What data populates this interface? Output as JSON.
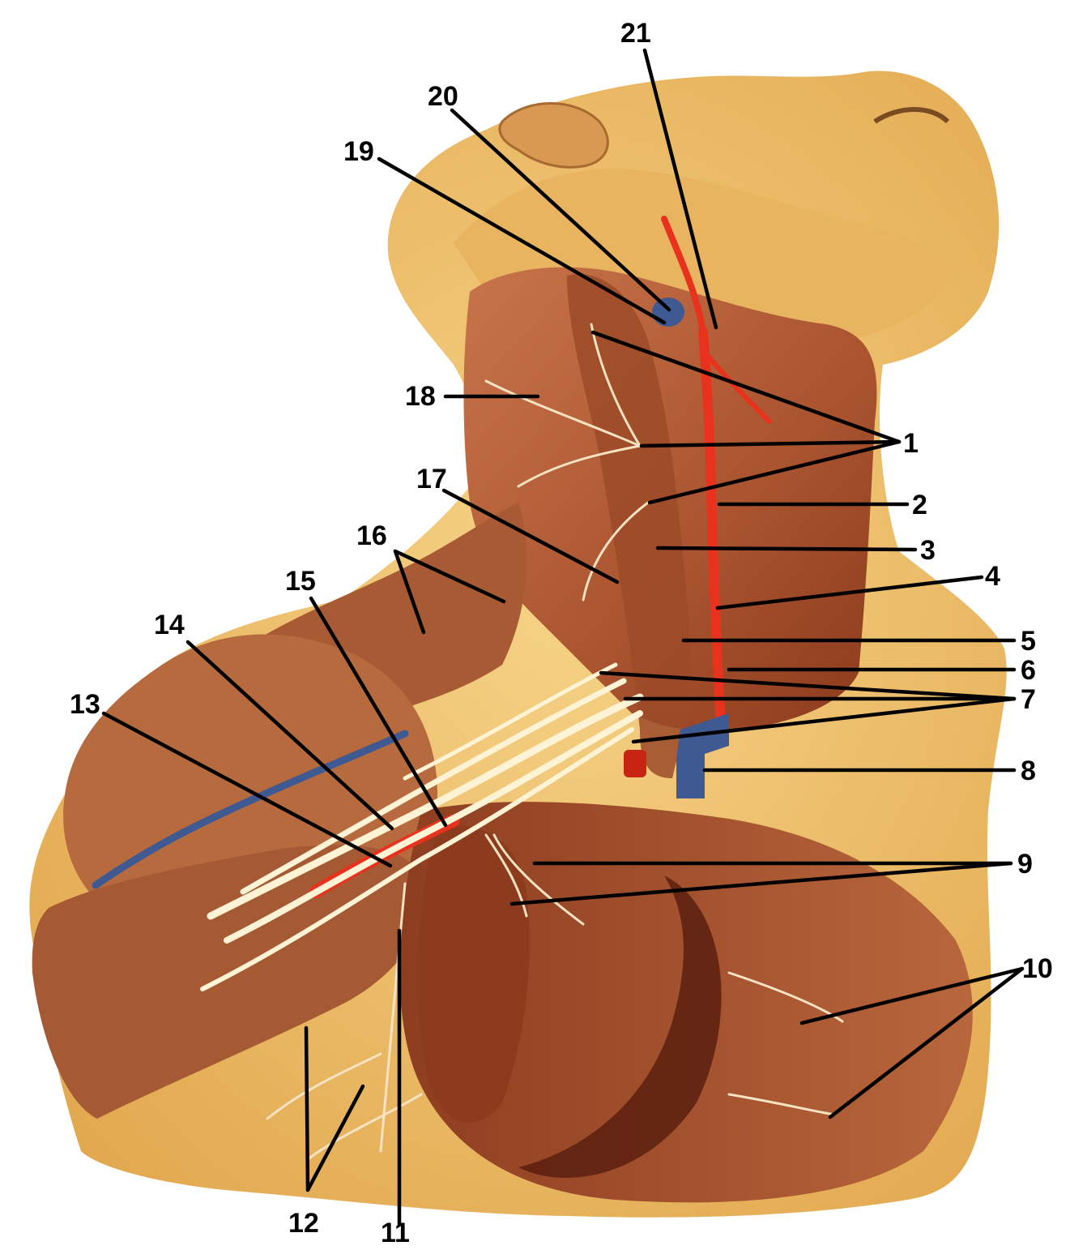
{
  "figure": {
    "labels": [
      "1",
      "2",
      "3",
      "4",
      "5",
      "6",
      "7",
      "8",
      "9",
      "10",
      "11",
      "12",
      "13",
      "14",
      "15",
      "16",
      "17",
      "18",
      "19",
      "20",
      "21"
    ]
  },
  "colors": {
    "background": "#ffffff",
    "skin": "#f0c46a",
    "muscle": "#b8603a",
    "muscle_dark": "#7a2e16",
    "artery": "#e8321e",
    "vein": "#3f5a92",
    "nerve": "#fff4dc",
    "leader": "#000000"
  }
}
